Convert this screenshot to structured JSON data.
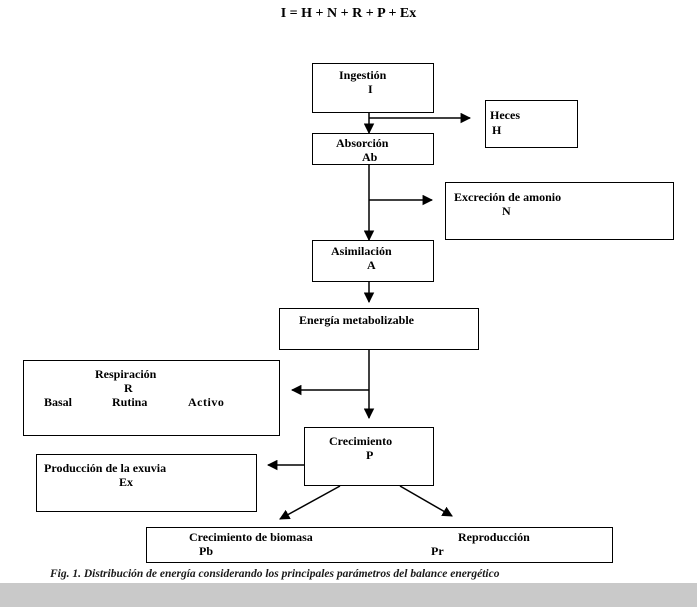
{
  "equation": "I = H + N + R + P + Ex",
  "nodes": {
    "ingestion": {
      "title": "Ingestión",
      "symbol": "I"
    },
    "heces": {
      "title": "Heces",
      "symbol": "H"
    },
    "absorcion": {
      "title": "Absorción",
      "symbol": "Ab"
    },
    "excrecion": {
      "title": "Excreción de amonio",
      "symbol": "N"
    },
    "asimilacion": {
      "title": "Asimilación",
      "symbol": "A"
    },
    "energia": {
      "title": "Energía metabolizable"
    },
    "respiracion": {
      "title": "Respiración",
      "symbol": "R",
      "parts": [
        "Basal",
        "Rutina",
        "Activo"
      ]
    },
    "crecimiento": {
      "title": "Crecimiento",
      "symbol": "P"
    },
    "exuvia": {
      "title": "Producción de la exuvia",
      "symbol": "Ex"
    },
    "biomasa": {
      "title": "Crecimiento de biomasa",
      "symbol": "Pb"
    },
    "reproduccion": {
      "title": "Reproducción",
      "symbol": "Pr"
    }
  },
  "caption": "Fig. 1. Distribución de energía considerando los principales parámetros del balance energético"
}
